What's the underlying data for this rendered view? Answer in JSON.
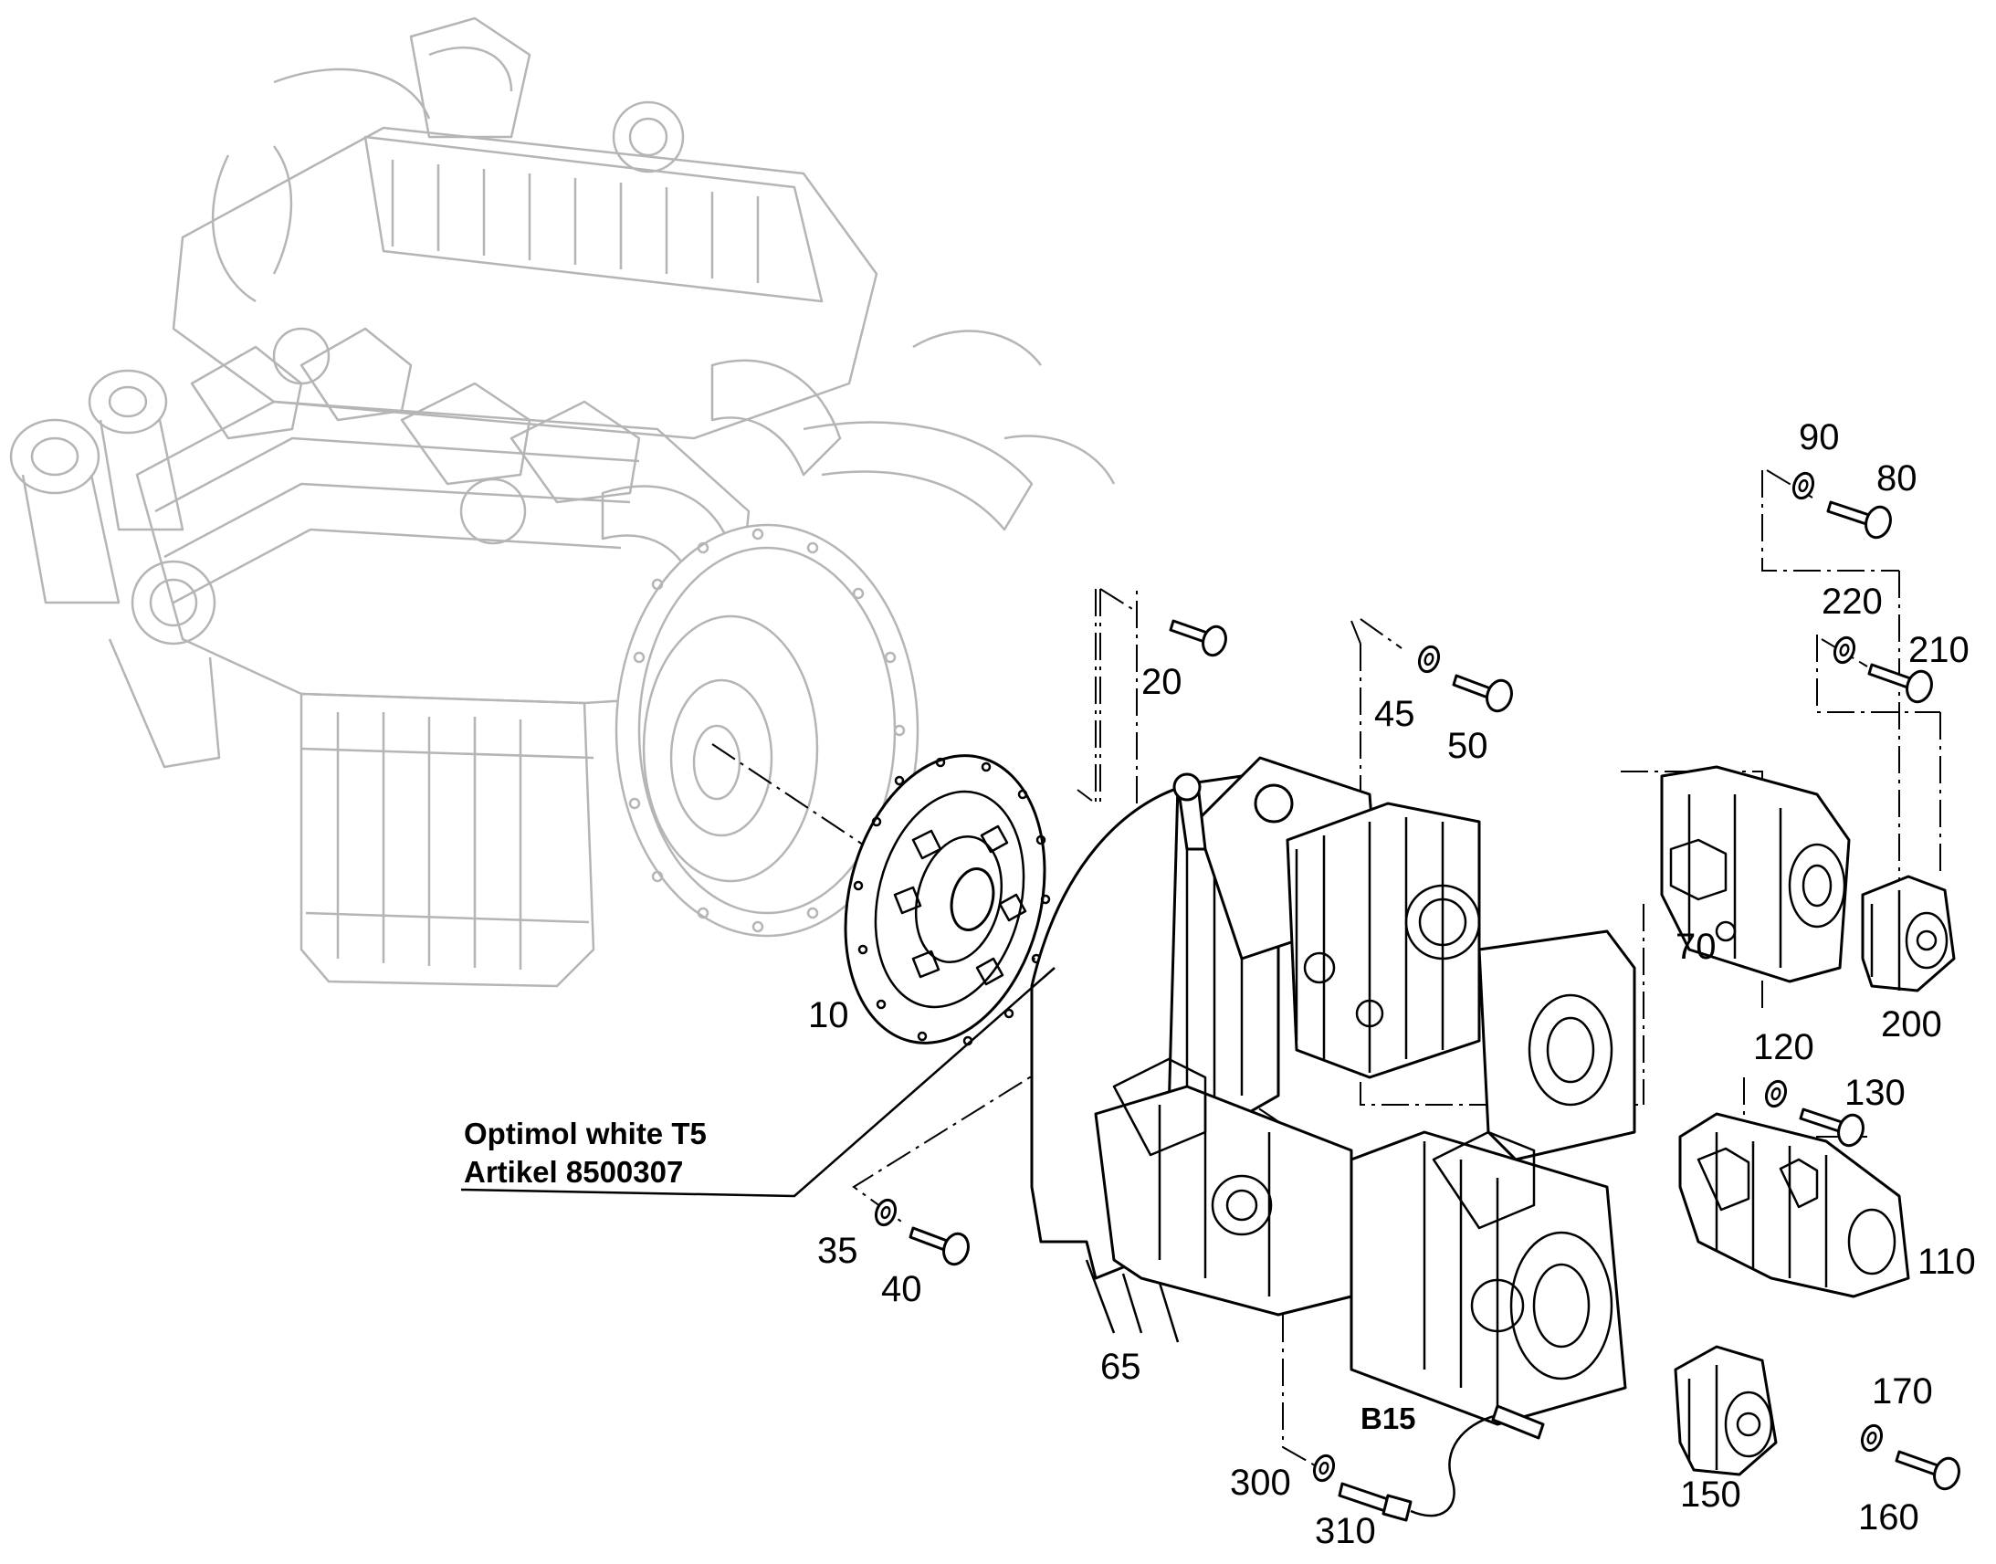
{
  "callouts": [
    {
      "id": "10",
      "text": "10"
    },
    {
      "id": "20",
      "text": "20"
    },
    {
      "id": "35",
      "text": "35"
    },
    {
      "id": "40",
      "text": "40"
    },
    {
      "id": "45",
      "text": "45"
    },
    {
      "id": "50",
      "text": "50"
    },
    {
      "id": "65",
      "text": "65"
    },
    {
      "id": "70",
      "text": "70"
    },
    {
      "id": "80",
      "text": "80"
    },
    {
      "id": "90",
      "text": "90"
    },
    {
      "id": "110",
      "text": "110"
    },
    {
      "id": "120",
      "text": "120"
    },
    {
      "id": "130",
      "text": "130"
    },
    {
      "id": "150",
      "text": "150"
    },
    {
      "id": "160",
      "text": "160"
    },
    {
      "id": "170",
      "text": "170"
    },
    {
      "id": "200",
      "text": "200"
    },
    {
      "id": "210",
      "text": "210"
    },
    {
      "id": "220",
      "text": "220"
    },
    {
      "id": "300",
      "text": "300"
    },
    {
      "id": "310",
      "text": "310"
    },
    {
      "id": "B15",
      "text": "B15"
    }
  ],
  "note": {
    "line1": "Optimol white T5",
    "line2": "Artikel 8500307"
  },
  "icons": [
    "engine-icon",
    "flywheel-icon",
    "coupling-icon",
    "pump-gearbox-icon",
    "hydraulic-pump-icon",
    "gear-pump-icon",
    "bolt-icon",
    "washer-icon",
    "pressure-sensor-icon"
  ]
}
